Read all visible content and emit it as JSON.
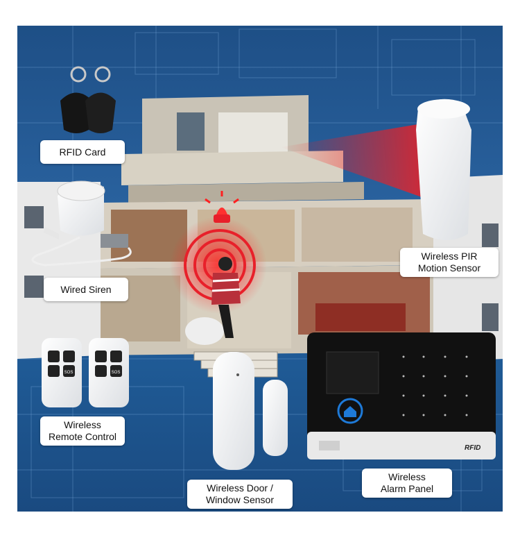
{
  "labels": {
    "rfid_card": "RFID Card",
    "wired_siren": "Wired Siren",
    "remote_line1": "Wireless",
    "remote_line2": "Remote Control",
    "pir_line1": "Wireless PIR",
    "pir_line2": "Motion Sensor",
    "door_line1": "Wireless Door /",
    "door_line2": "Window Sensor",
    "panel_line1": "Wireless",
    "panel_line2": "Alarm Panel"
  },
  "remote_buttons": {
    "sos": "SOS"
  },
  "panel": {
    "brand": "RFID"
  },
  "colors": {
    "background_blue": "#2a63a0",
    "alarm_red": "#e8202a",
    "panel_black": "#111111"
  }
}
